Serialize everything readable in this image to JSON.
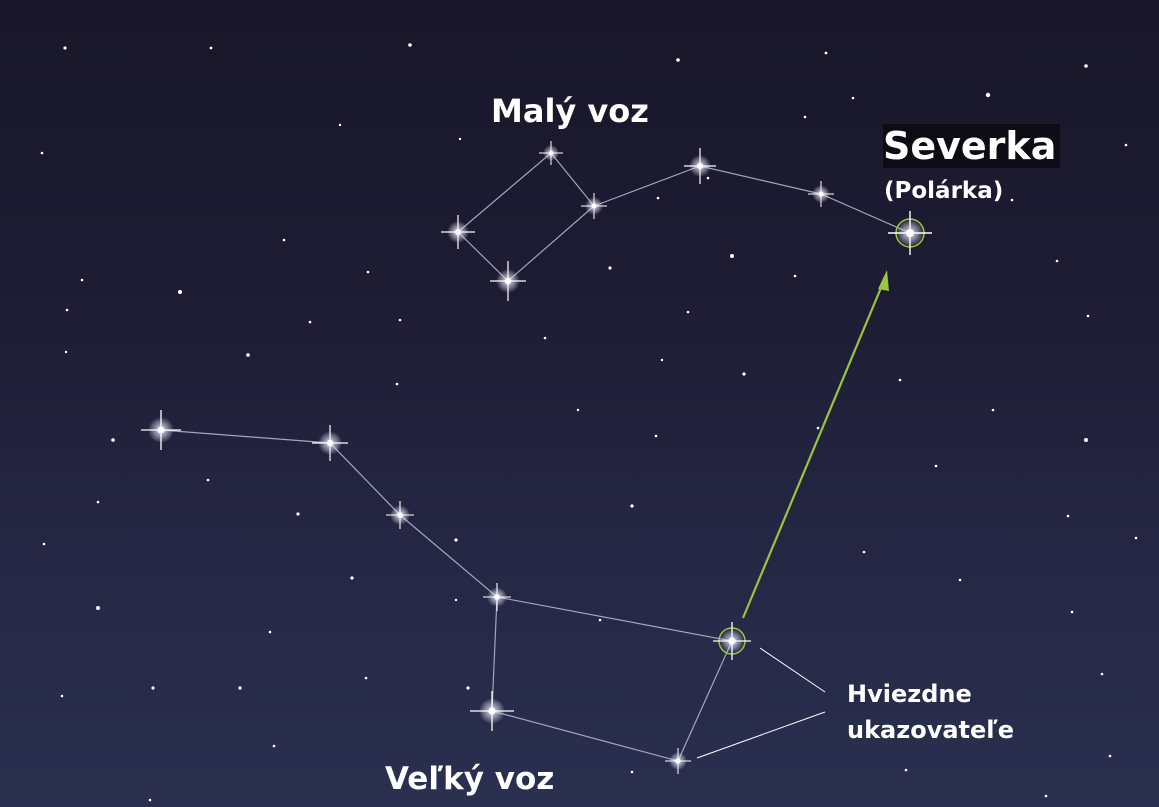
{
  "labels": {
    "little_dipper": "Malý voz",
    "north_star": "Severka",
    "north_star_alt": "(Polárka)",
    "big_dipper": "Veľký voz",
    "pointer_stars_line1": "Hviezdne",
    "pointer_stars_line2": "ukazovateľe"
  },
  "colors": {
    "arrow": "#9bc53d",
    "constellation_line": "#b8bcd6",
    "star": "#ffffff",
    "pointer_leader": "#ffffff"
  }
}
